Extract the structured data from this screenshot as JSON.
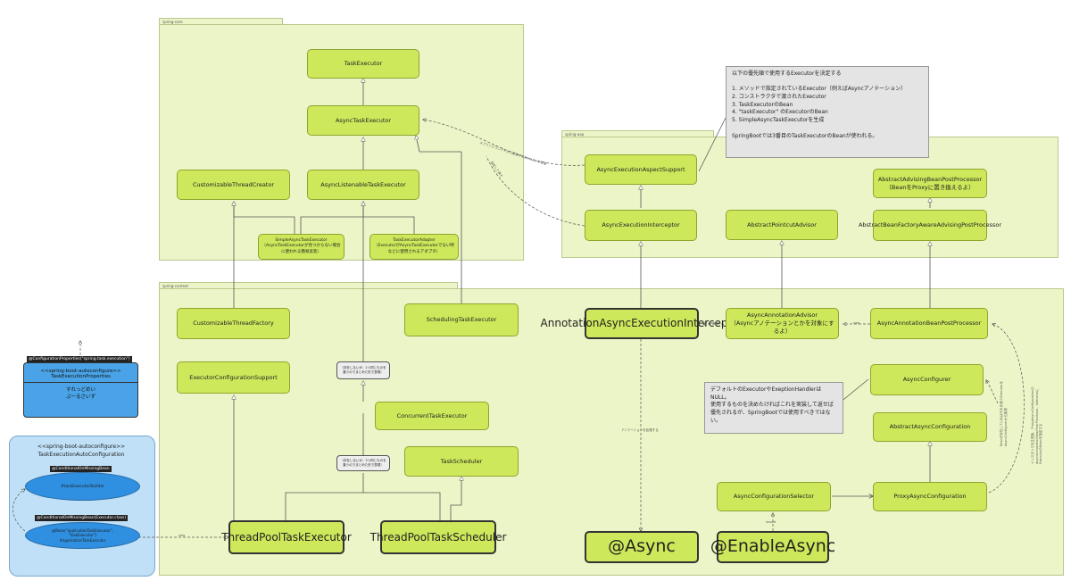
{
  "packages": {
    "core": "spring-core",
    "aop": "spring-aop",
    "context": "spring-context"
  },
  "core": {
    "task_executor": "TaskExecutor",
    "async_task_executor": "AsyncTaskExecutor",
    "customizable_thread_creator": "CustomizableThreadCreator",
    "async_listenable_task_executor": "AsyncListenableTaskExecutor",
    "simple_async_task_executor": "SimpleAsyncTaskExecutor\n（AsyncTaskExecutorが見つからない場合に使われる簡易実装）",
    "task_executor_adapter": "TaskExecutorAdapter\n（ExecutorがAsyncTaskExecutorでない時などに使用されるアダプタ）"
  },
  "aop": {
    "async_execution_aspect_support": "AsyncExecutionAspectSupport",
    "async_execution_interceptor": "AsyncExecutionInterceptor",
    "abstract_pointcut_advisor": "AbstractPointcutAdvisor",
    "abstract_advising_bpp": "AbstractAdvisingBeanPostProcessor\n（BeanをProxyに置き換えるよ）",
    "abstract_bean_factory_aware_advising_bpp": "AbstractBeanFactoryAwareAdvisingPostProcessor"
  },
  "context": {
    "customizable_thread_factory": "CustomizableThreadFactory",
    "scheduling_task_executor": "SchedulingTaskExecutor",
    "executor_configuration_support": "ExecutorConfigurationSupport",
    "concurrent_task_executor": "ConcurrentTaskExecutor",
    "task_scheduler": "TaskScheduler",
    "thread_pool_task_executor": "ThreadPoolTaskExecutor",
    "thread_pool_task_scheduler": "ThreadPoolTaskScheduler",
    "annotation_async_execution_interceptor": "AnnotationAsyncExecutionInterceptor",
    "async_annotation_advisor": "AsyncAnnotationAdvisor\n（Asyncアノテーションとかを対象にするよ）",
    "async_annotation_bpp": "AsyncAnnotationBeanPostProcessor",
    "async_configurer": "AsyncConfigurer",
    "abstract_async_configuration": "AbstractAsyncConfiguration",
    "async_configuration_selector": "AsyncConfigurationSelector",
    "proxy_async_configuration": "ProxyAsyncConfiguration",
    "async_annotation": "@Async",
    "enable_async": "@EnableAsync",
    "group_note_1": "（存在しないが、2つ同じものを\n集うのでまとめた形で表現）",
    "group_note_2": "（存在しないが、3つ同じものを\n集うのでまとめた形で表現）"
  },
  "notes": {
    "priority": "以下の優先順で使用するExecutorを決定する\n\n1. メソッドで指定されているExecutor（例えばAsyncアノテーション）\n2. コンストラクタで渡されたExecutor\n3. TaskExecutorのBean\n4. \"taskExecutor\" のExecutorのBean\n5. SimpleAsyncTaskExecutorを生成\n\nSpringBootでは3番目のTaskExecutorのBeanが使われる。",
    "default_handler": "デフォルトのExecutorやExeptionHandlerはNULL。\n使用するものを決めたければこれを実装して返せば優先されるが、SpringBootでは使用すべきではない。"
  },
  "boot": {
    "props_condition": "@ConfigurationProperties(\"spring.task.execution\")",
    "props_stereotype": "<<spring-boot-autoconfigure>>",
    "props_name": "TaskExecutionProperties",
    "props_body": "すれっどめい\nぷーるさいず",
    "autoconf_stereotype": "<<spring-boot-autoconfigure>>",
    "autoconf_name": "TaskExecutionAutoConfiguration",
    "cond_missing_bean": "@ConditionalOnMissingBean",
    "builder_bean": "#taskExecutorBuilder",
    "cond_missing_bean_executor": "@ConditionalOnMissingBean(Executor.class)",
    "executor_bean": "@Bean(\"applicationTaskExecutor\",\n\"taskExecutor\")\n#applicationTaskExecutor"
  },
  "edge_labels": {
    "new1": "new",
    "new2": "new",
    "new3": "new",
    "import": "import",
    "annotation_read": "アノテーションを処理する",
    "executor_create": "スプリングコンテナから使用するExecutorを取得",
    "executor_create2": "指定して渡す",
    "bean_override": "Beanが存在していればそれを使うExecutorを\nAsyncConfigurerから取得",
    "instance_gen": "インスタンスを生成後、 ProxyAsyncConfigurationの\nasyncAnnotationBeanPostProcessor、executorに\nExecutorのBeanを指定する"
  }
}
